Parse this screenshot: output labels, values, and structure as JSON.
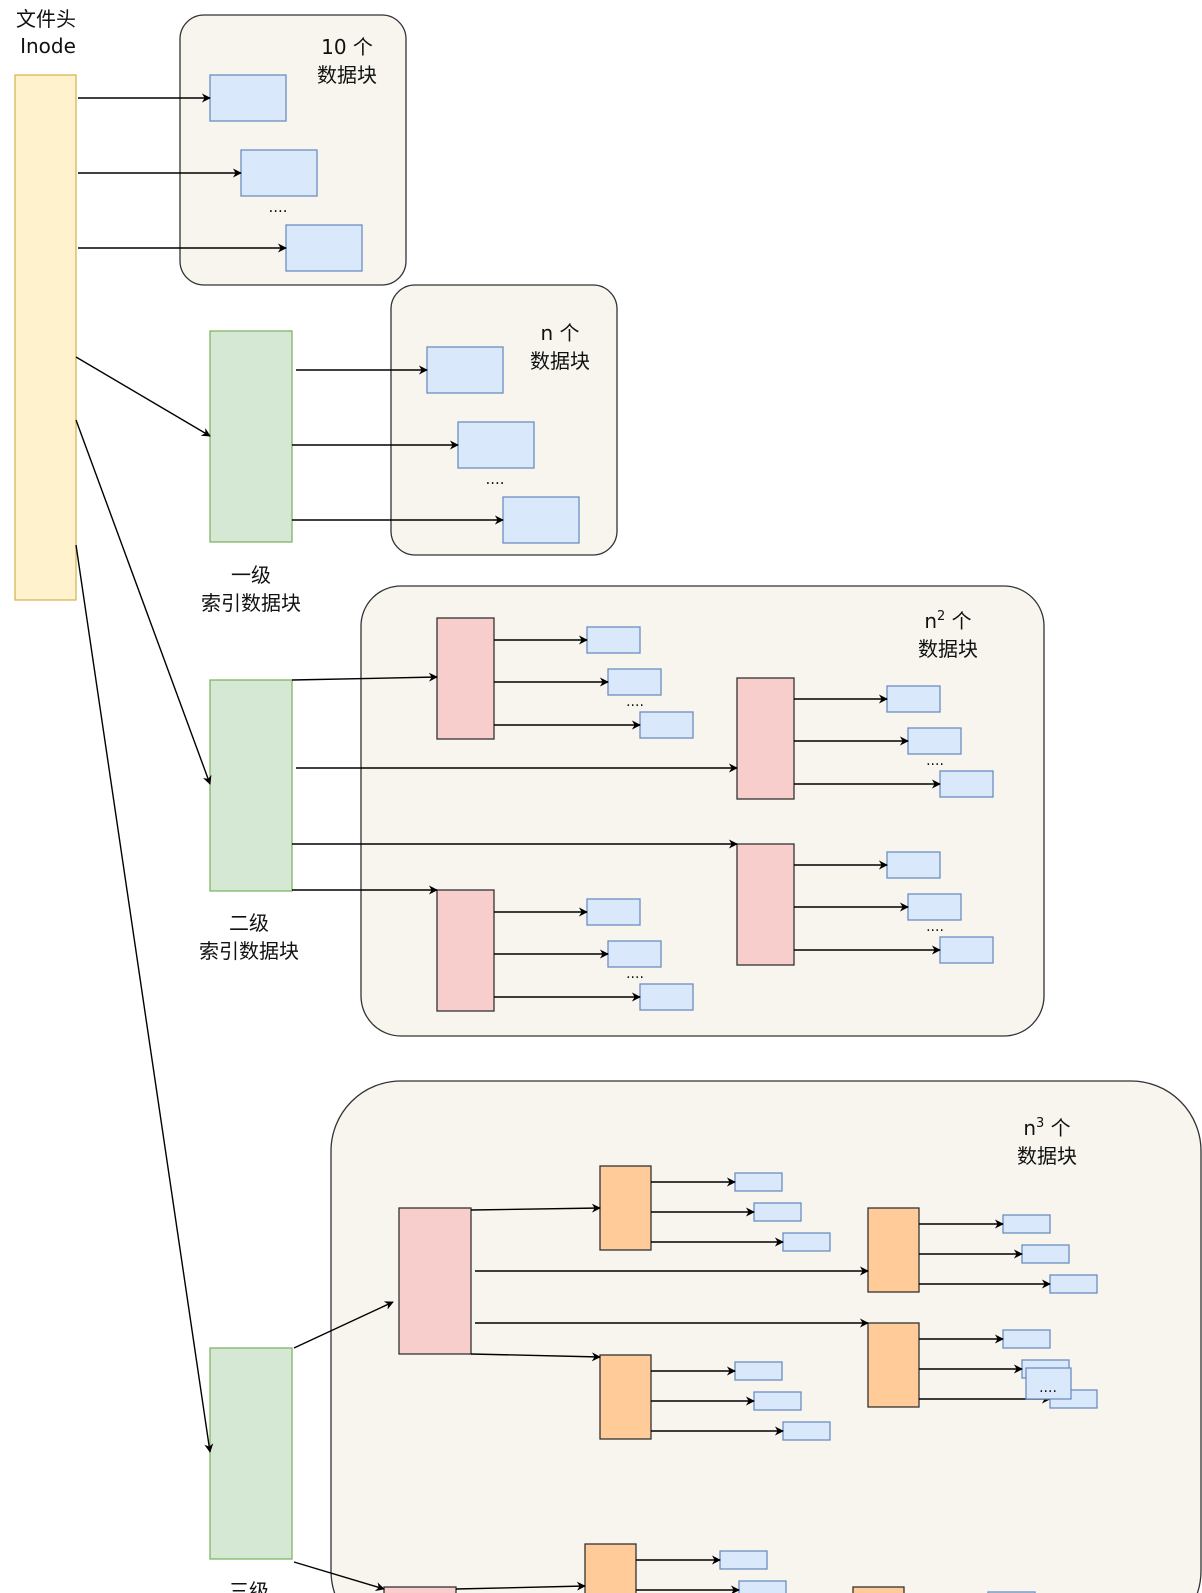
{
  "inode": {
    "line1": "文件头",
    "line2": "Inode"
  },
  "group_direct": {
    "line1": "10 个",
    "line2": "数据块",
    "ellipsis": "...."
  },
  "group_n": {
    "line1": "n 个",
    "line2": "数据块",
    "ellipsis": "...."
  },
  "group_n2": {
    "line1_base": "n",
    "line1_sup": "2",
    "line1_tail": " 个",
    "line2": "数据块",
    "ellipsis": "...."
  },
  "group_n3": {
    "line1_base": "n",
    "line1_sup": "3",
    "line1_tail": " 个",
    "line2": "数据块",
    "ellipsis": "...."
  },
  "level1": {
    "line1": "一级",
    "line2": "索引数据块"
  },
  "level2": {
    "line1": "二级",
    "line2": "索引数据块"
  },
  "level3": {
    "line1": "三级"
  },
  "colors": {
    "inode_fill": "#fff2cc",
    "inode_stroke": "#d6b656",
    "index_fill": "#d5e8d4",
    "index_stroke": "#82b366",
    "data_fill": "#dae8fc",
    "data_stroke": "#6c8ebf",
    "l2_fill": "#f8cecc",
    "l3_fill": "#ffcc99",
    "group_fill": "#f7f5ee",
    "group_stroke": "#333333"
  }
}
